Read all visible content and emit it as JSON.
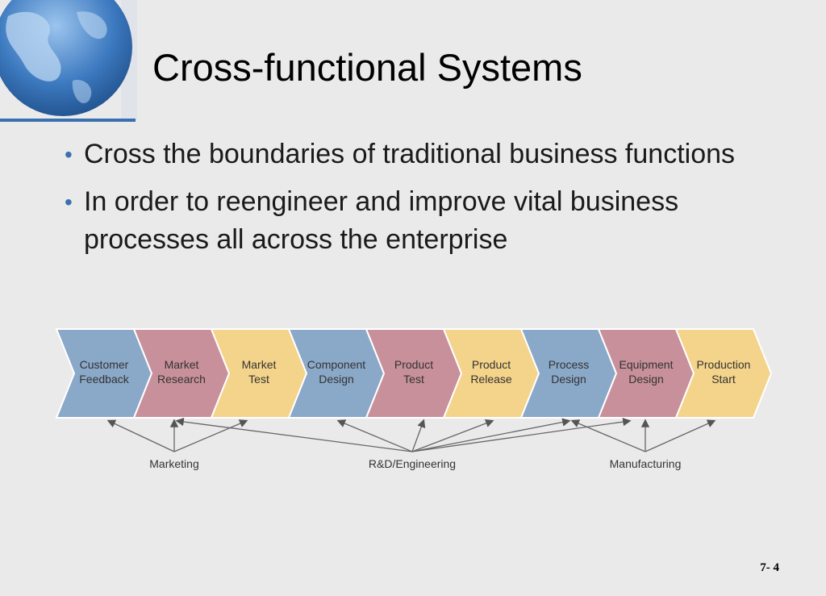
{
  "slide": {
    "title": "Cross-functional Systems",
    "page_number": "7- 4"
  },
  "bullets": [
    "Cross the boundaries of traditional business functions",
    "In order to reengineer and improve vital business processes all across the enterprise"
  ],
  "process_steps": [
    {
      "line1": "Customer",
      "line2": "Feedback",
      "color": "#8aa8c8"
    },
    {
      "line1": "Market",
      "line2": "Research",
      "color": "#c7909a"
    },
    {
      "line1": "Market",
      "line2": "Test",
      "color": "#f4d38a"
    },
    {
      "line1": "Component",
      "line2": "Design",
      "color": "#8aa8c8"
    },
    {
      "line1": "Product",
      "line2": "Test",
      "color": "#c7909a"
    },
    {
      "line1": "Product",
      "line2": "Release",
      "color": "#f4d38a"
    },
    {
      "line1": "Process",
      "line2": "Design",
      "color": "#8aa8c8"
    },
    {
      "line1": "Equipment",
      "line2": "Design",
      "color": "#c7909a"
    },
    {
      "line1": "Production",
      "line2": "Start",
      "color": "#f4d38a"
    }
  ],
  "functions": {
    "marketing": "Marketing",
    "rnd": "R&D/Engineering",
    "manufacturing": "Manufacturing"
  },
  "colors": {
    "title_rule": "#3a6fb0",
    "bullet": "#3a6fb0",
    "globe": "#3c79bf"
  }
}
